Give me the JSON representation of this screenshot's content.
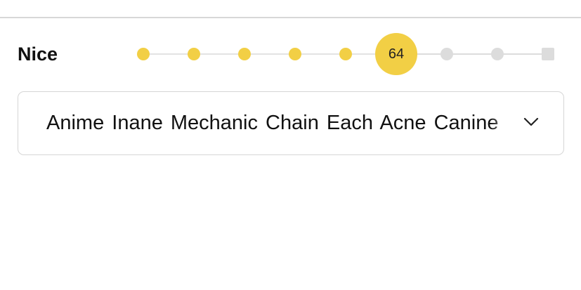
{
  "level": {
    "label": "Nice",
    "current_value": "64",
    "total_steps": 9,
    "current_step": 6
  },
  "select": {
    "value": "Anime  Inane  Mechanic  Chain  Each  Acne  Canine",
    "chevron_icon": "chevron-down-icon"
  },
  "colors": {
    "accent": "#f2cf45",
    "inactive": "#dcdcdc",
    "text": "#111111"
  }
}
